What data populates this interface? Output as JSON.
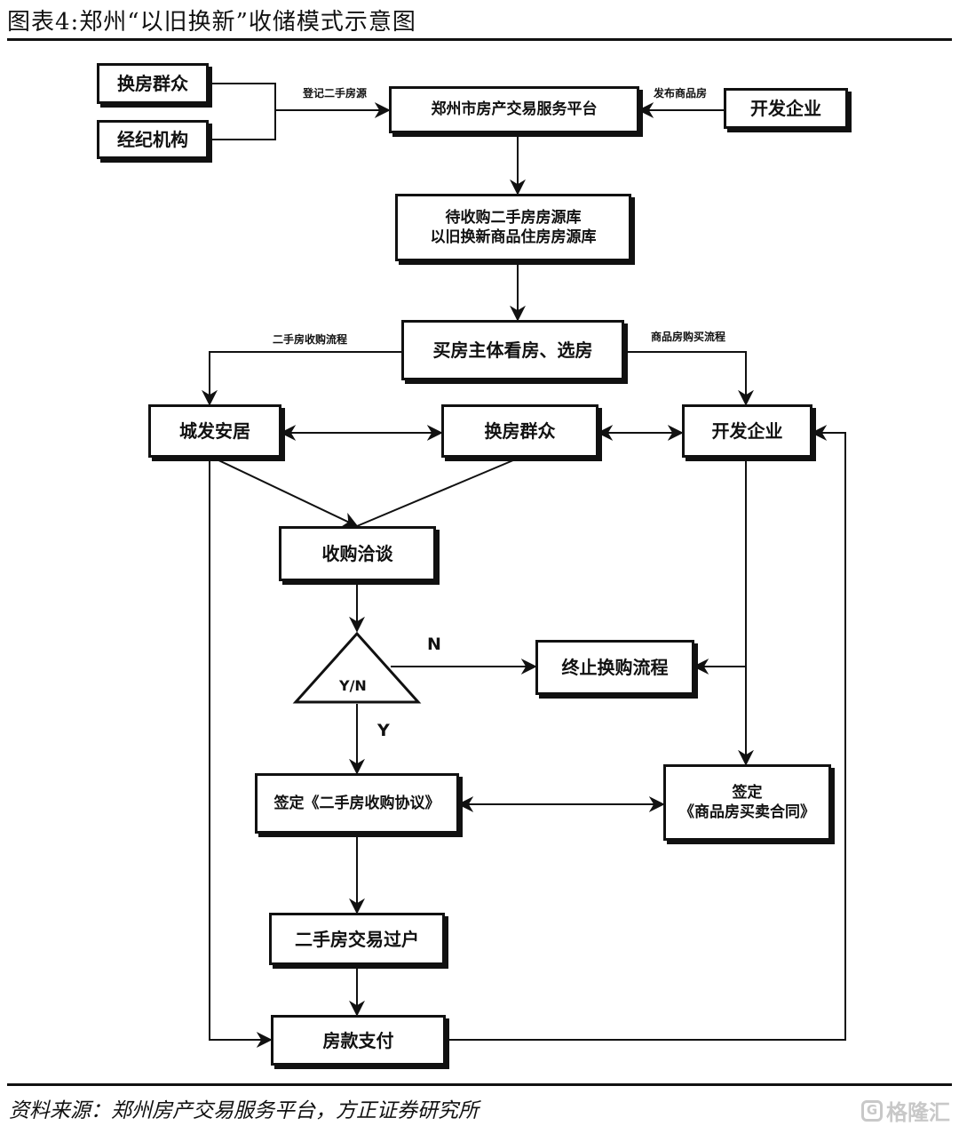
{
  "header": {
    "title": "图表4:郑州“以旧换新”收储模式示意图"
  },
  "nodes": {
    "exchange_public_top": "换房群众",
    "agency": "经纪机构",
    "platform": "郑州市房产交易服务平台",
    "developer_top": "开发企业",
    "pool_line1": "待收购二手房房源库",
    "pool_line2": "以旧换新商品住房房源库",
    "view_select": "买房主体看房、选房",
    "city_dev": "城发安居",
    "exchange_public_mid": "换房群众",
    "developer_mid": "开发企业",
    "negotiation": "收购洽谈",
    "decision": "Y/N",
    "terminate": "终止换购流程",
    "sign_secondhand": "签定《二手房收购协议》",
    "sign_new_line1": "签定",
    "sign_new_line2": "《商品房买卖合同》",
    "transfer": "二手房交易过户",
    "payment": "房款支付"
  },
  "edge_labels": {
    "register": "登记二手房源",
    "publish": "发布商品房",
    "secondhand_flow": "二手房收购流程",
    "new_flow": "商品房购买流程",
    "no": "N",
    "yes": "Y"
  },
  "footer": {
    "source": "资料来源：郑州房产交易服务平台，方正证券研究所",
    "watermark": "格隆汇"
  }
}
